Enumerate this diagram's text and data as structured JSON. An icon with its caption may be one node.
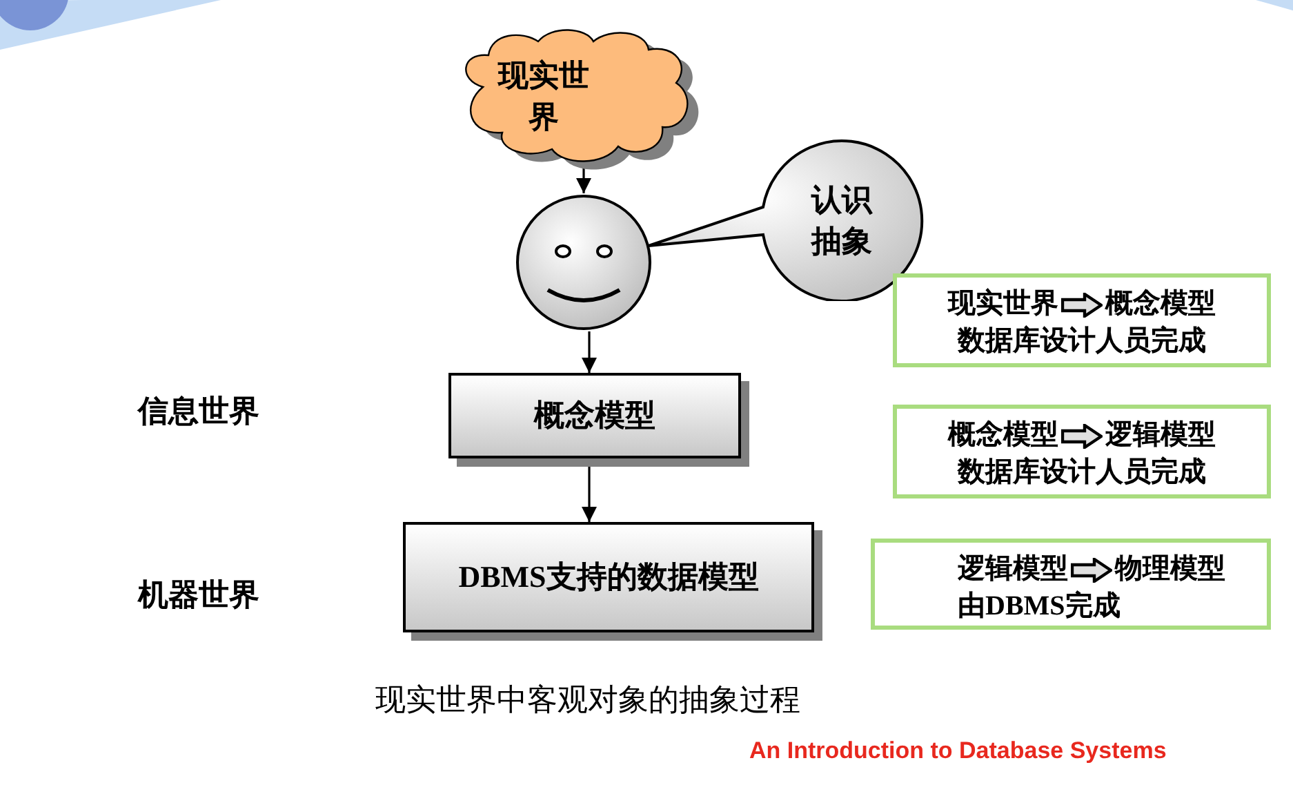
{
  "diagram": {
    "caption": "现实世界中客观对象的抽象过程",
    "nodes": [
      {
        "text": [
          "现实世界"
        ]
      },
      {
        "text": [],
        "shape": "circle"
      },
      {
        "text": [
          "认识抽象"
        ]
      },
      {
        "text": [
          "概念模型"
        ]
      },
      {
        "text": [
          "DBMS支持的数据模型"
        ]
      },
      {
        "text": [
          "现实世界",
          "概念模型",
          "数据库设计人员完成"
        ]
      },
      {
        "text": [
          "概念模型",
          "逻辑模型",
          "数据库设计人员完成"
        ]
      },
      {
        "text": [
          "逻辑模型",
          "物理模型",
          "由DBMS完成"
        ]
      }
    ],
    "edges": [
      {
        "from": 0,
        "to": 1,
        "arrow": "to"
      },
      {
        "from": 1,
        "to": 3,
        "arrow": "to"
      },
      {
        "from": 3,
        "to": 4,
        "arrow": "to"
      }
    ],
    "labels": [
      "信息世界",
      "机器世界",
      "An Introduction to Database Systems"
    ]
  }
}
